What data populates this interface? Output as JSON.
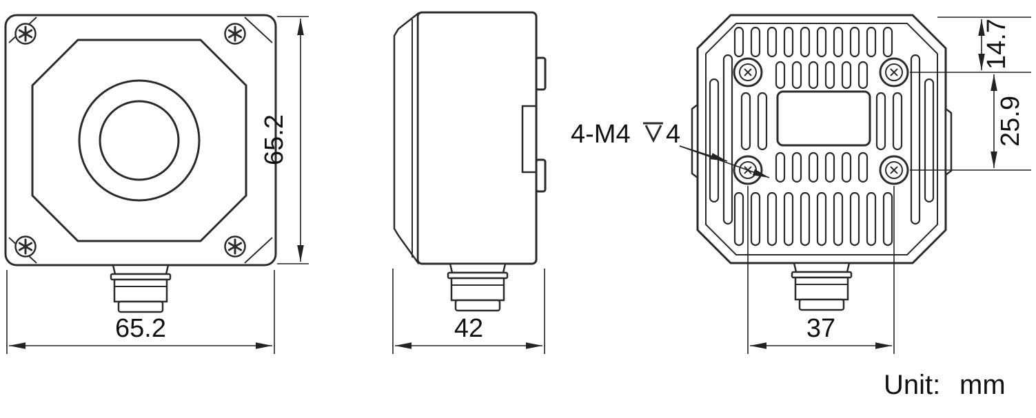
{
  "colors": {
    "line": "#2a2a2a",
    "text": "#111111",
    "background": "#ffffff"
  },
  "dimensions": {
    "front_height": "65.2",
    "front_width": "65.2",
    "side_depth": "42",
    "rear_hole_spacing": "37",
    "rear_hole_top_offset": "14.7",
    "rear_hole_vertical_spacing": "25.9"
  },
  "callout": {
    "thread_prefix": "4-M4",
    "thread_depth": "4"
  },
  "footer": {
    "unit_label": "Unit:",
    "unit_value": "mm"
  }
}
